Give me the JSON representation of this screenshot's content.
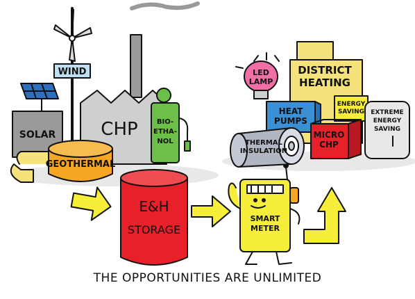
{
  "labels": {
    "wind": "WIND",
    "solar": "SOLAR",
    "chp": "CHP",
    "bioethanol": [
      "BIO-",
      "ETHA-",
      "NOL"
    ],
    "geothermal": "GEOTHERMAL",
    "storage": [
      "E&H",
      "STORAGE"
    ],
    "smart_meter": [
      "SMART",
      "METER"
    ],
    "led_lamp": [
      "LED",
      "LAMP"
    ],
    "district_heating": [
      "DISTRICT",
      "HEATING"
    ],
    "heat_pumps": [
      "HEAT",
      "PUMPS"
    ],
    "energy_saving": [
      "ENERGY",
      "SAVING"
    ],
    "thermal_insulation": [
      "THERMAL",
      "INSULATION"
    ],
    "micro_chp": [
      "MICRO",
      "CHP"
    ],
    "extreme_energy_saving": [
      "EXTREME",
      "ENERGY",
      "SAVING"
    ]
  },
  "caption": "THE OPPORTUNITIES ARE UNLIMITED",
  "colors": {
    "geothermal": "#f5a623",
    "storage": "#e8202a",
    "arrow": "#f7ee3a",
    "bioethanol": "#6cc04a",
    "led_lamp": "#ef6fa6",
    "district_heating": "#f5e27a",
    "heat_pumps": "#3b8fd4",
    "micro_chp": "#e8202a",
    "smart_meter": "#f7ee3a"
  }
}
